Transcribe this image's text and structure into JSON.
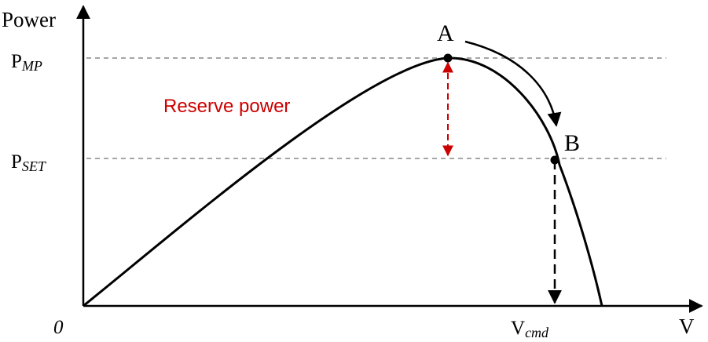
{
  "diagram": {
    "y_axis_label": "Power",
    "x_axis_label": "V",
    "origin_label": "0",
    "p_mp_main": "P",
    "p_mp_sub": "MP",
    "p_set_main": "P",
    "p_set_sub": "SET",
    "v_cmd_main": "V",
    "v_cmd_sub": "cmd",
    "point_a_label": "A",
    "point_b_label": "B",
    "reserve_label": "Reserve power"
  },
  "colors": {
    "curve": "#000000",
    "axes": "#000000",
    "guide_lines": "#888888",
    "reserve_arrow": "#cc0000",
    "reserve_text": "#cc0000"
  }
}
